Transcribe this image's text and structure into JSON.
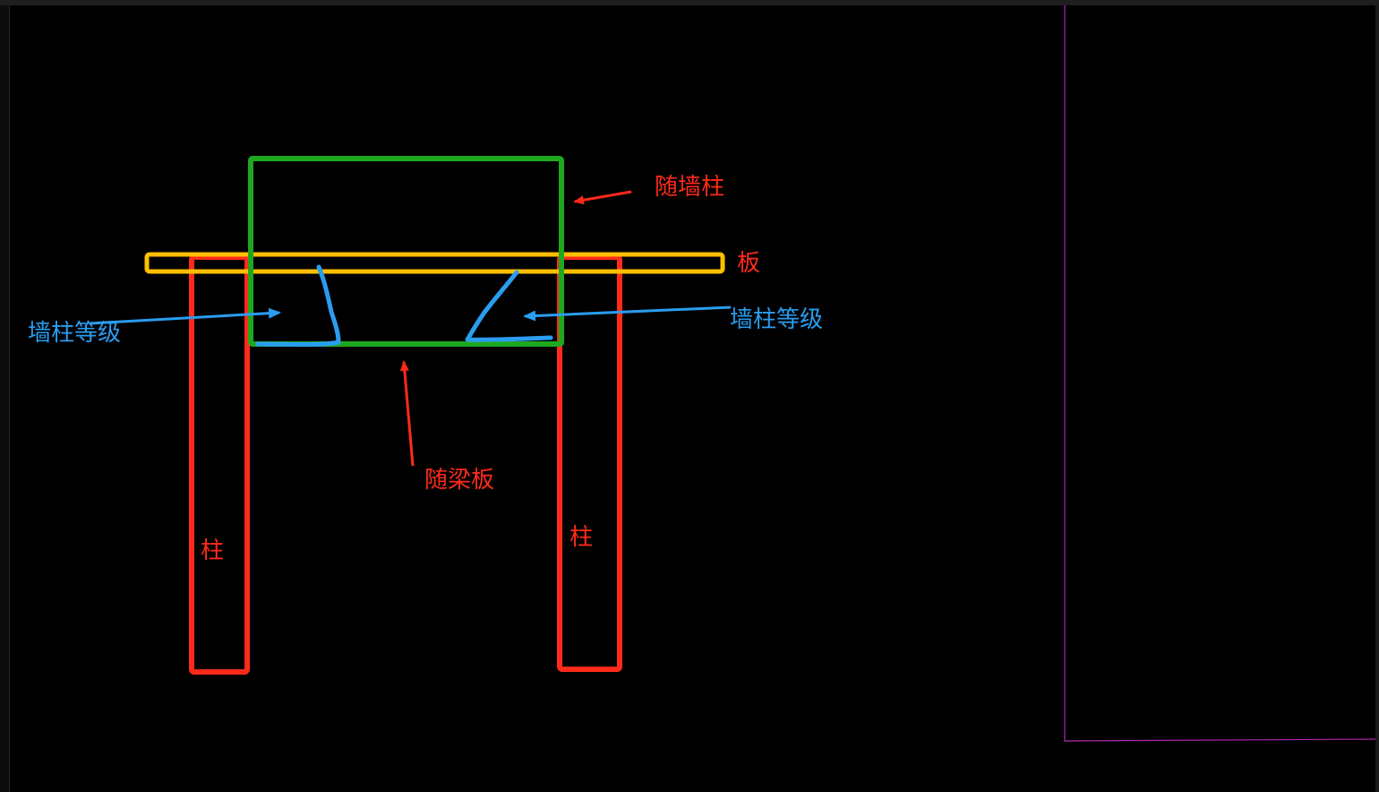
{
  "colors": {
    "background": "#000000",
    "column": "#ff2a1a",
    "wall_column": "#1fa81f",
    "slab": "#ffbf00",
    "annotation_red": "#ff2a1a",
    "annotation_blue": "#2a9df0",
    "viewport_border": "#b02ab0"
  },
  "labels": {
    "wall_column": "随墙柱",
    "slab": "板",
    "wall_column_grade_left": "墙柱等级",
    "wall_column_grade_right": "墙柱等级",
    "beam_slab": "随梁板",
    "column_left": "柱",
    "column_right": "柱"
  }
}
